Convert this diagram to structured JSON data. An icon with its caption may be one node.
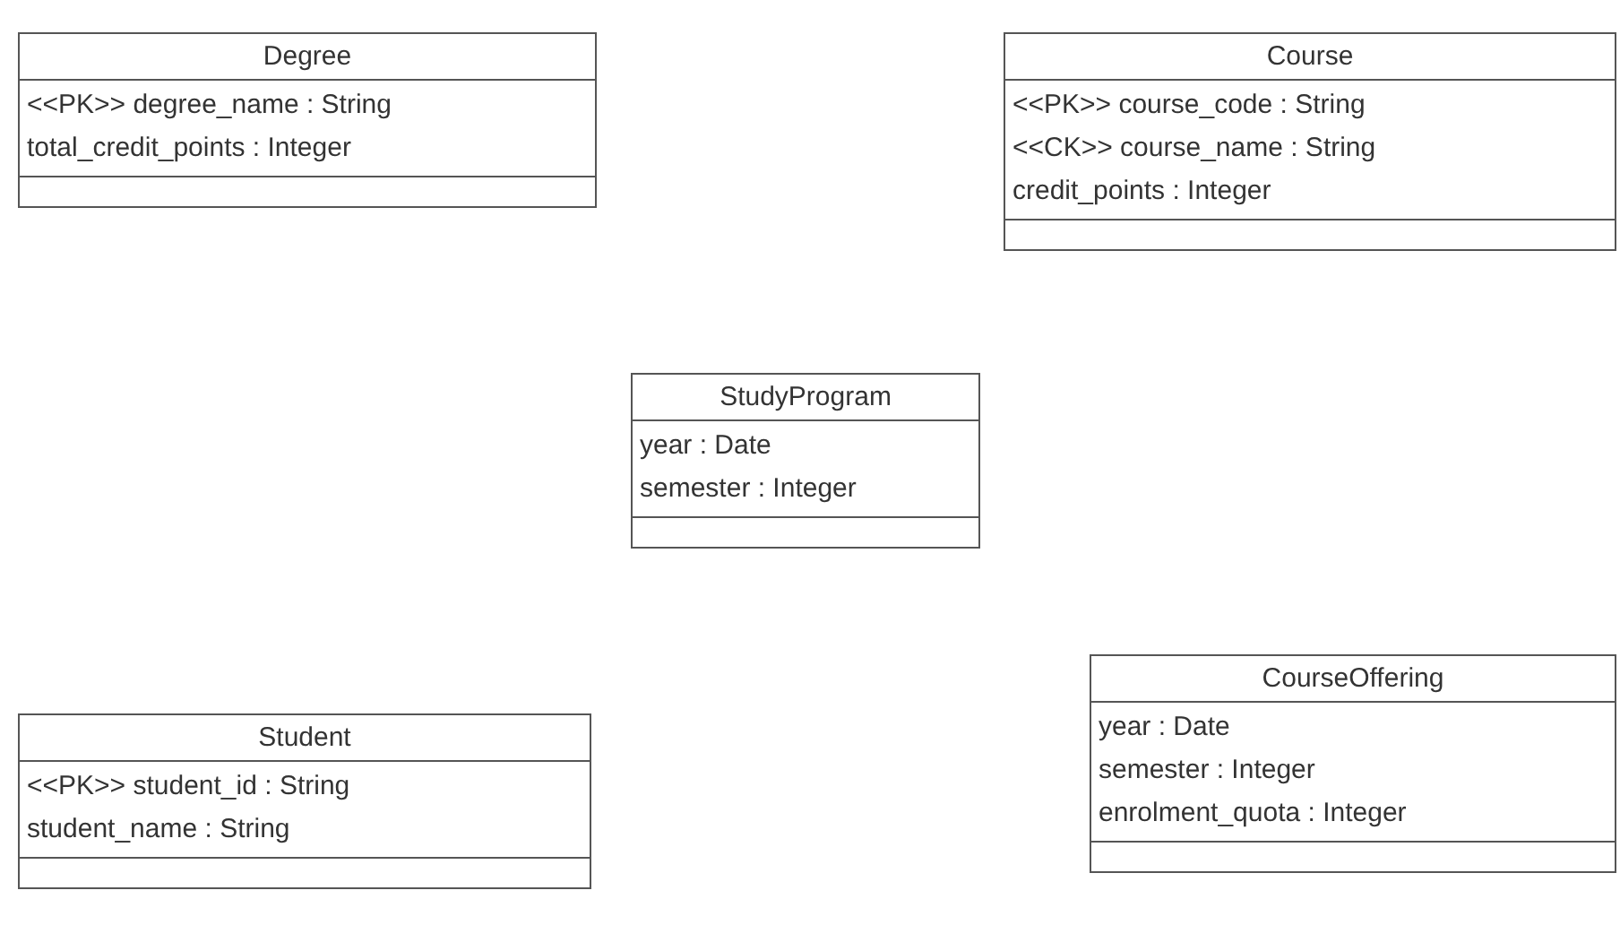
{
  "diagram": {
    "nodes": [
      {
        "text": [
          "Degree",
          "<<PK>> degree_name : String",
          "total_credit_points : Integer"
        ]
      },
      {
        "text": [
          "Course",
          "<<PK>> course_code : String",
          "<<CK>> course_name : String",
          "credit_points : Integer"
        ]
      },
      {
        "text": [
          "StudyProgram",
          "year : Date",
          "semester : Integer"
        ]
      },
      {
        "text": [
          "Student",
          "<<PK>> student_id : String",
          "student_name : String"
        ]
      },
      {
        "text": [
          "CourseOffering",
          "year : Date",
          "semester : Integer",
          "enrolment_quota : Integer"
        ]
      }
    ]
  }
}
